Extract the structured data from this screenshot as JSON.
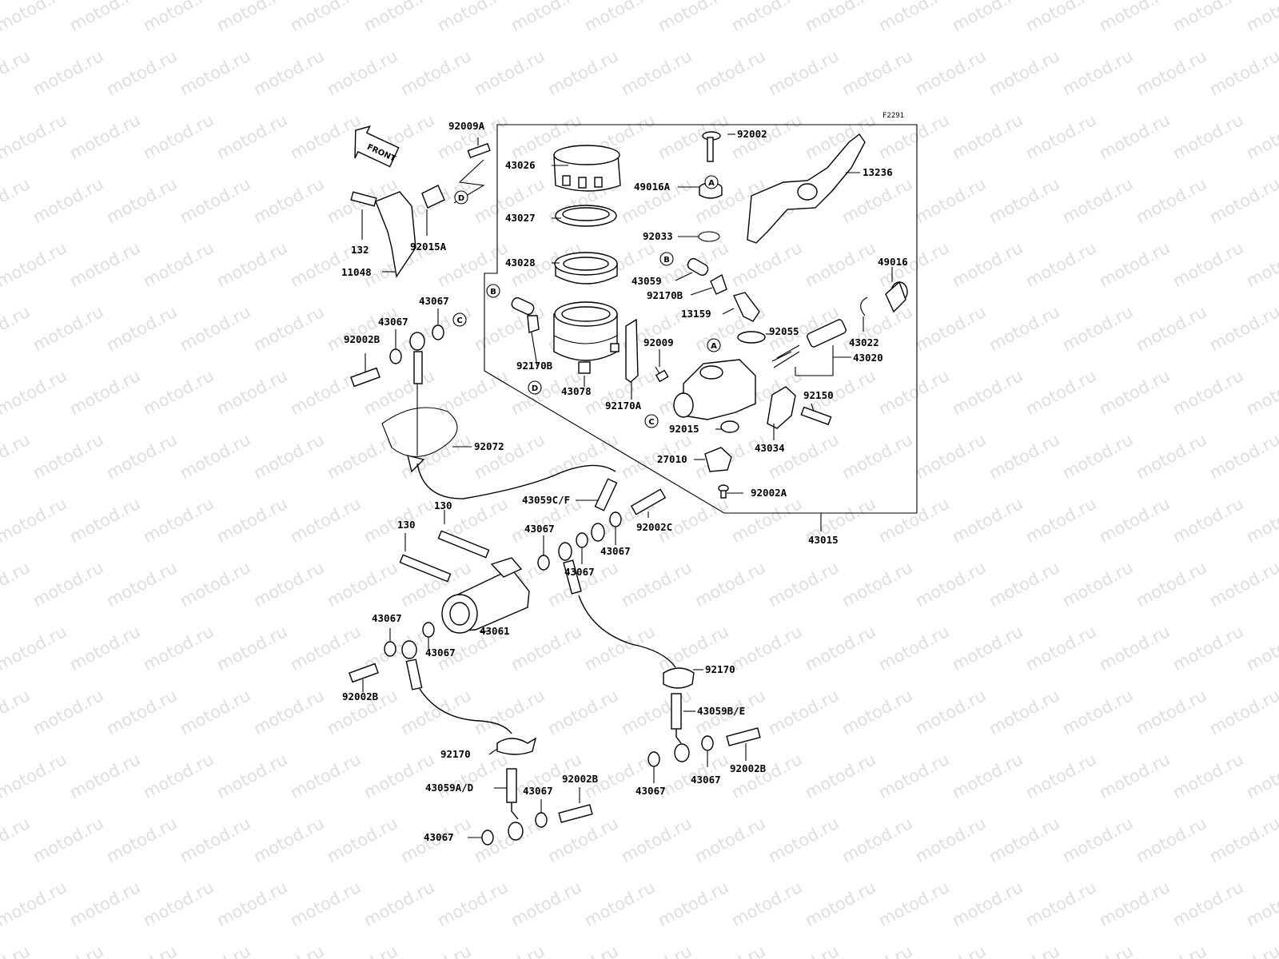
{
  "diagram": {
    "code": "F2291",
    "front_label": "FRONT",
    "watermark": "motod.ru",
    "labels": {
      "p92009A": "92009A",
      "p43026": "43026",
      "p43027": "43027",
      "p43028": "43028",
      "p92002_top": "92002",
      "p13236": "13236",
      "p49016A": "49016A",
      "p92033": "92033",
      "p43059": "43059",
      "p92170B_top": "92170B",
      "p49016": "49016",
      "p13159": "13159",
      "p92055": "92055",
      "p43022": "43022",
      "p43020": "43020",
      "p92009": "92009",
      "p92170B_left": "92170B",
      "p43078": "43078",
      "p92170A": "92170A",
      "p92150": "92150",
      "p92015": "92015",
      "p43034": "43034",
      "p27010": "27010",
      "p92002A": "92002A",
      "p43015": "43015",
      "p132": "132",
      "p92015A": "92015A",
      "p11048": "11048",
      "p43067_a": "43067",
      "p43067_b": "43067",
      "p92002B_a": "92002B",
      "p92072": "92072",
      "p43059CF": "43059C/F",
      "p92002C": "92002C",
      "p130_a": "130",
      "p130_b": "130",
      "p43067_c": "43067",
      "p43067_d": "43067",
      "p43067_e": "43067",
      "p43061": "43061",
      "p43067_f": "43067",
      "p43067_g": "43067",
      "p92002B_b": "92002B",
      "p92170_right": "92170",
      "p43059BE": "43059B/E",
      "p92170_left": "92170",
      "p92002B_c": "92002B",
      "p92002B_d": "92002B",
      "p43059AD": "43059A/D",
      "p43067_h": "43067",
      "p43067_i": "43067",
      "p43067_j": "43067",
      "p43067_k": "43067"
    },
    "refs": {
      "ref_a_top": "A",
      "ref_a_body": "A",
      "ref_b_top": "B",
      "ref_b_left": "B",
      "ref_c_left": "C",
      "ref_c_body": "C",
      "ref_d_top": "D",
      "ref_d_res": "D"
    }
  }
}
